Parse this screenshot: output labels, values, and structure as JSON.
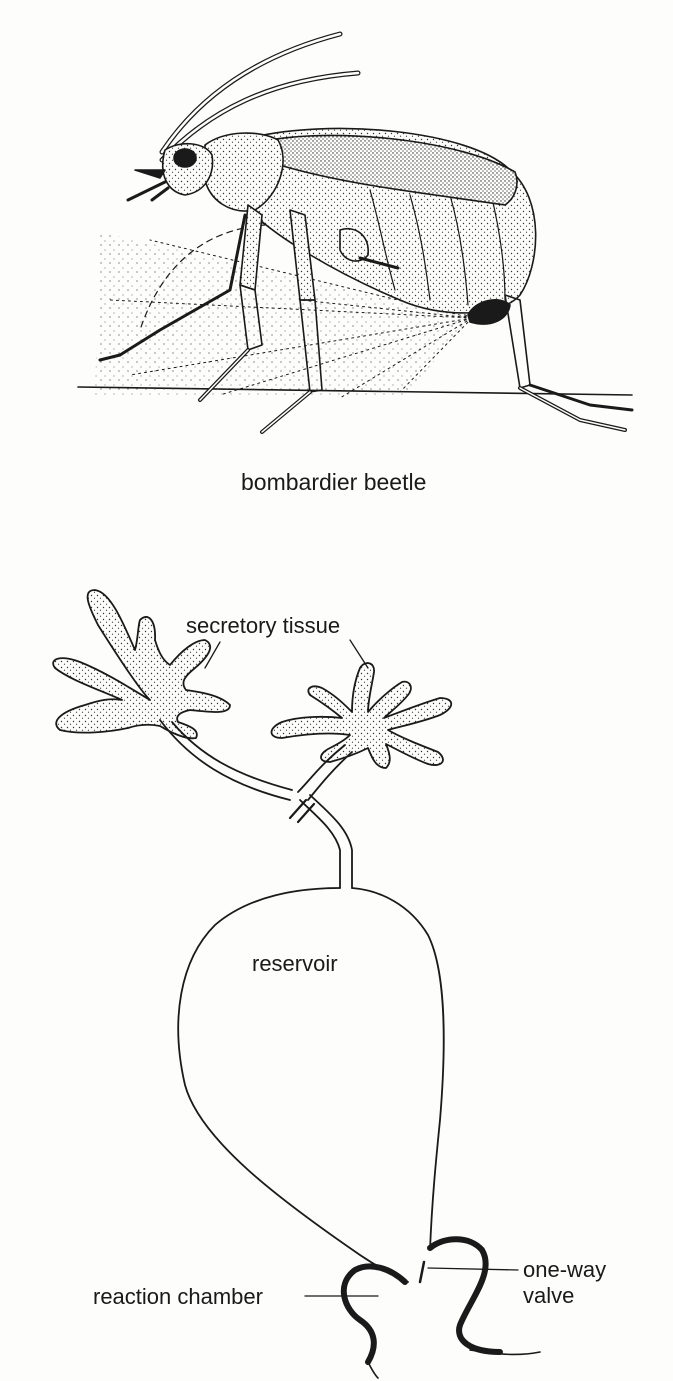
{
  "figure": {
    "beetle_caption": "bombardier beetle",
    "labels": {
      "secretory_tissue": "secretory tissue",
      "reservoir": "reservoir",
      "one_way": "one-way",
      "valve": "valve",
      "reaction_chamber": "reaction chamber"
    }
  },
  "style": {
    "ink_color": "#1a1a1a",
    "paper_color": "#fdfdfc"
  }
}
